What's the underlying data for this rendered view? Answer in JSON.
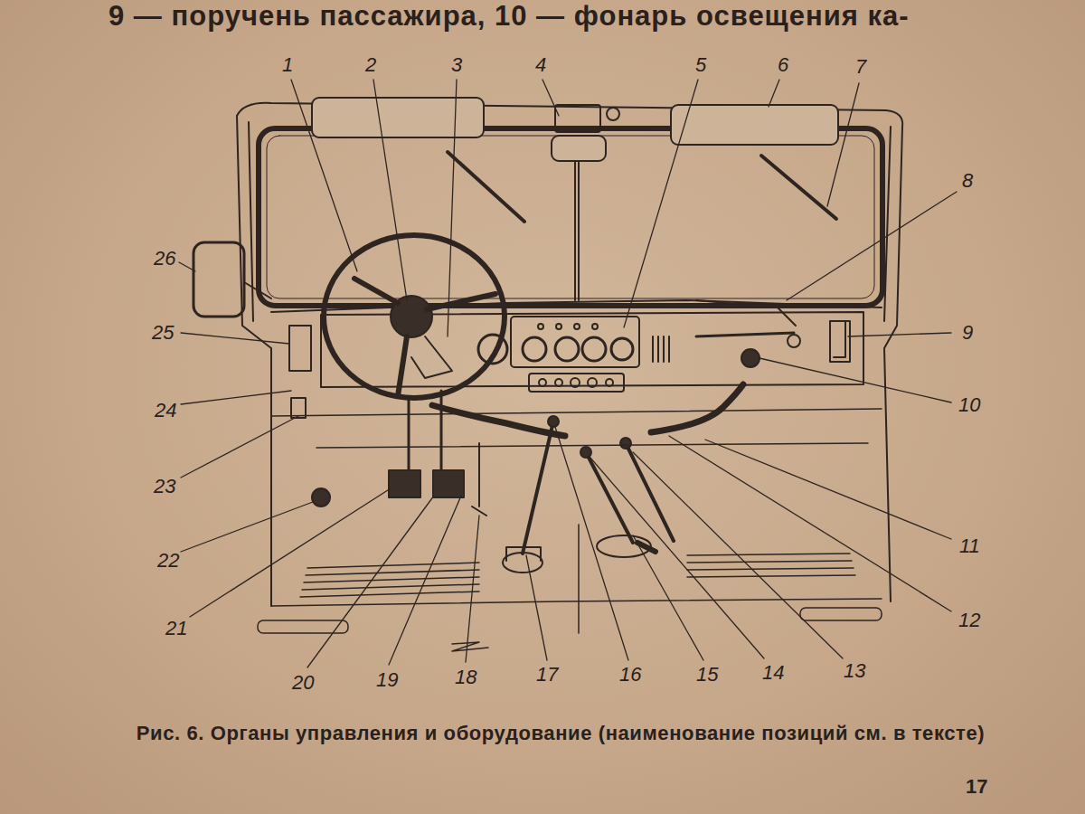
{
  "diagram": {
    "caption": "Рис. 6. Органы управления и оборудование (наименование позиций см. в тексте)",
    "labels": [
      "9 — поручень пассажира, 10 — фонарь освещения ка-",
      "1",
      "2",
      "3",
      "4",
      "5",
      "6",
      "7",
      "8",
      "9",
      "10",
      "11",
      "12",
      "13",
      "14",
      "15",
      "16",
      "17",
      "18",
      "19",
      "20",
      "21",
      "22",
      "23",
      "24",
      "25",
      "26",
      "17"
    ]
  }
}
